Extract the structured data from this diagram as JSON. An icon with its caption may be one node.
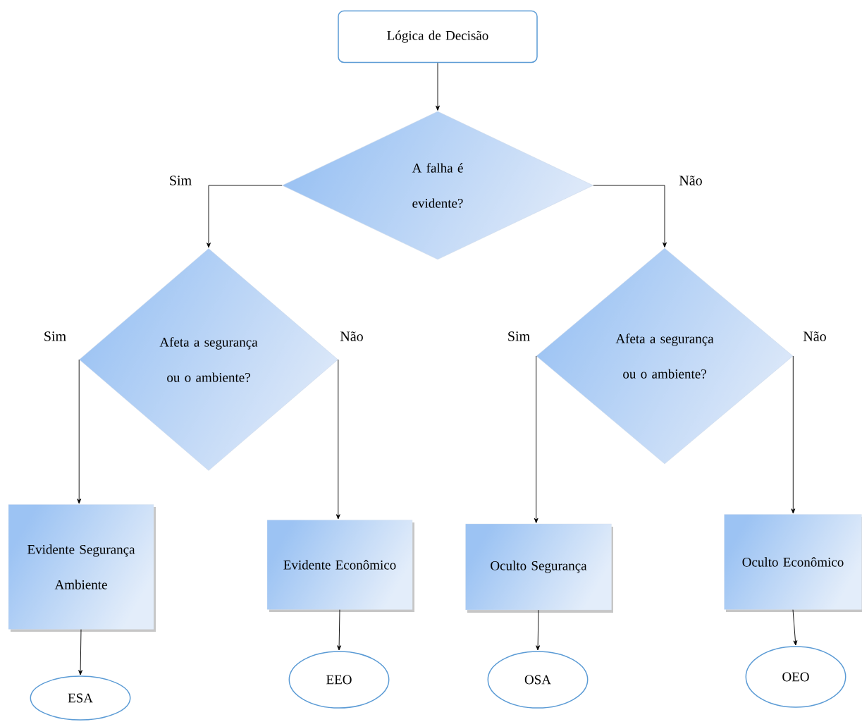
{
  "diagram": {
    "nodes": [
      {
        "text": [
          "Lógica de Decisão"
        ]
      },
      {
        "text": [
          "A falha é evidente?"
        ]
      },
      {
        "text": [
          "Afeta a segurança ou o ambiente?"
        ]
      },
      {
        "text": [
          "Afeta a segurança ou o ambiente?"
        ]
      },
      {
        "text": [
          "Evidente Segurança Ambiente"
        ]
      },
      {
        "text": [
          "Evidente Econômico"
        ]
      },
      {
        "text": [
          "Oculto Segurança"
        ]
      },
      {
        "text": [
          "Oculto Econômico"
        ]
      },
      {
        "text": [
          "ESA"
        ]
      },
      {
        "text": [
          "EEO"
        ]
      },
      {
        "text": [
          "OSA"
        ]
      },
      {
        "text": [
          "OEO"
        ]
      }
    ],
    "edges": [
      {
        "from": 0,
        "to": 1,
        "arrow": "to"
      },
      {
        "from": 1,
        "to": 2,
        "arrow": "to",
        "label": "Sim"
      },
      {
        "from": 1,
        "to": 3,
        "arrow": "to",
        "label": "Não"
      },
      {
        "from": 2,
        "to": 4,
        "arrow": "to",
        "label": "Sim"
      },
      {
        "from": 2,
        "to": 5,
        "arrow": "to",
        "label": "Não"
      },
      {
        "from": 3,
        "to": 6,
        "arrow": "to",
        "label": "Sim"
      },
      {
        "from": 3,
        "to": 7,
        "arrow": "to",
        "label": "Não"
      },
      {
        "from": 4,
        "to": 8,
        "arrow": "to"
      },
      {
        "from": 5,
        "to": 9,
        "arrow": "to"
      },
      {
        "from": 6,
        "to": 10,
        "arrow": "to"
      },
      {
        "from": 7,
        "to": 11,
        "arrow": "to"
      }
    ]
  }
}
